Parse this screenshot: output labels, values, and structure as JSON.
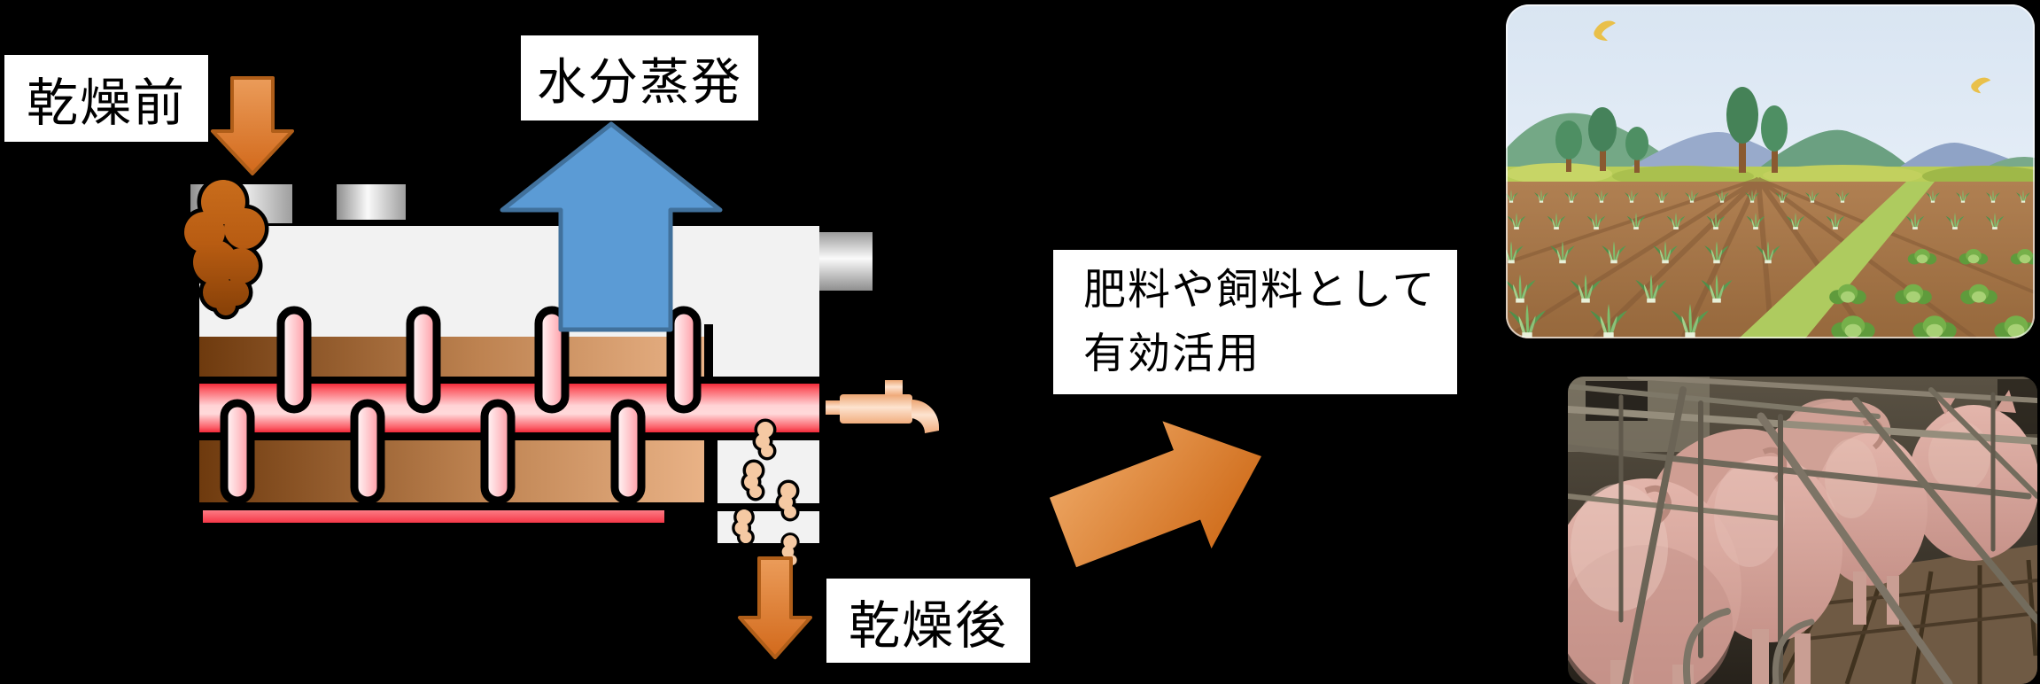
{
  "scene": {
    "background_color": "#000000",
    "labels": {
      "before_drying": "乾燥前",
      "water_evaporation": "水分蒸発",
      "after_drying": "乾燥後",
      "usage_line1": "肥料や飼料として",
      "usage_line2": "有効活用"
    },
    "colors": {
      "machine_body": "#f2f2f2",
      "heater_pipe_red": "#f5303f",
      "conveyor_brown_dark": "#6e3a0e",
      "conveyor_brown_light": "#e9b286",
      "paddle_pink": "#ff99a2",
      "inlet_sludge_brown": "#a85812",
      "dried_pellet_peach": "#f5c9a3",
      "steam_arrow_blue": "#5b9bd5",
      "steam_arrow_border": "#41719c",
      "flow_arrow_orange": "#d2691b",
      "flow_arrow_border": "#b05e19",
      "faucet_peach": "#f6c8a4",
      "vent_gray": "#9e9e9e",
      "label_background": "#ffffff",
      "label_text": "#000000"
    },
    "images": {
      "farm_illustration": "farm-field-with-mountains-and-birds",
      "pig_photo": "pigs-in-metal-stalls"
    }
  }
}
